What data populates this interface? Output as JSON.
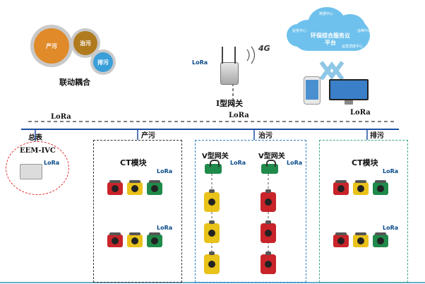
{
  "gears": {
    "g1": "产污",
    "g2": "治污",
    "g3": "排污",
    "caption": "联动耦合"
  },
  "cloud": {
    "title": "环保综合服务云平台",
    "badge": "4G",
    "nodes": [
      "数据中心",
      "监管中心",
      "运维中心",
      "运营调度中心"
    ]
  },
  "gateway": {
    "label": "I型网关",
    "lora": "LoRa"
  },
  "links": {
    "left": "LoRa",
    "center": "LoRa",
    "right": "LoRa"
  },
  "sections": {
    "total": "总表",
    "produce": "产污",
    "treat": "治污",
    "discharge": "排污"
  },
  "eem": {
    "label": "EEM-IVC",
    "lora": "LoRa"
  },
  "produce_box": {
    "title": "CT模块",
    "lora1": "LoRa",
    "lora2": "LoRa"
  },
  "treat_box": {
    "v1_title": "V型网关",
    "v2_title": "V型网关",
    "lora1": "LoRa",
    "lora2": "LoRa"
  },
  "discharge_box": {
    "title": "CT模块",
    "lora1": "LoRa",
    "lora2": "LoRa"
  },
  "colors": {
    "gear1": "#e08a2a",
    "gear2": "#b07a1e",
    "gear3": "#3a9fd8",
    "cloud": "#6ec1ec",
    "network_line": "#555555",
    "bus_line": "#1a4fa0",
    "eem_border": "#e03030",
    "produce_border": "#333333",
    "treat_border": "#2f7fc1",
    "discharge_border": "#3aa88a"
  }
}
